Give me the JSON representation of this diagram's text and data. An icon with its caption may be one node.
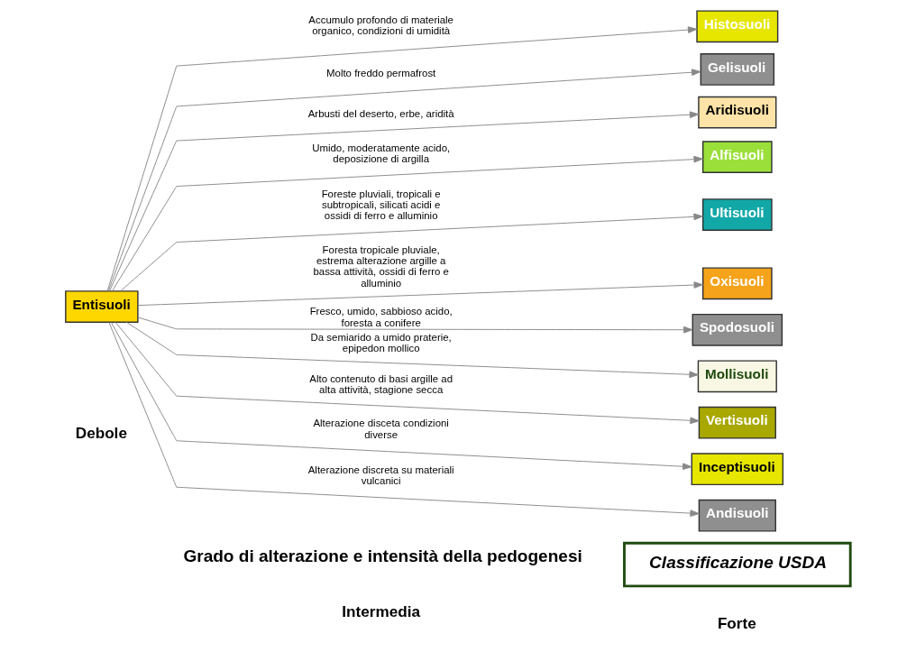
{
  "diagram": {
    "nodes": [
      {
        "text": [
          "Entisuoli"
        ]
      },
      {
        "text": [
          "Histosuoli"
        ]
      },
      {
        "text": [
          "Gelisuoli"
        ]
      },
      {
        "text": [
          "Aridisuoli"
        ]
      },
      {
        "text": [
          "Alfisuoli"
        ]
      },
      {
        "text": [
          "Ultisuoli"
        ]
      },
      {
        "text": [
          "Oxisuoli"
        ]
      },
      {
        "text": [
          "Spodosuoli"
        ]
      },
      {
        "text": [
          "Mollisuoli"
        ]
      },
      {
        "text": [
          "Vertisuoli"
        ]
      },
      {
        "text": [
          "Inceptisuoli"
        ]
      },
      {
        "text": [
          "Andisuoli"
        ]
      },
      {
        "text": [
          "Classificazione USDA"
        ]
      }
    ],
    "edges": [
      {
        "from": 0,
        "to": 1,
        "arrow": "to",
        "label": "Accumulo profondo di materiale organico, condizioni di umidità"
      },
      {
        "from": 0,
        "to": 2,
        "arrow": "to",
        "label": "Molto freddo permafrost"
      },
      {
        "from": 0,
        "to": 3,
        "arrow": "to",
        "label": "Arbusti del deserto, erbe, aridità"
      },
      {
        "from": 0,
        "to": 4,
        "arrow": "to",
        "label": "Umido, moderatamente acido, deposizione di argilla"
      },
      {
        "from": 0,
        "to": 5,
        "arrow": "to",
        "label": "Foreste pluviali, tropicali e subtropicali, silicati acidi e ossidi di ferro e alluminio"
      },
      {
        "from": 0,
        "to": 6,
        "arrow": "to",
        "label": "Foresta tropicale pluviale, estrema alterazione argille a bassa attività, ossidi di ferro e alluminio"
      },
      {
        "from": 0,
        "to": 7,
        "arrow": "to",
        "label": "Fresco, umido, sabbioso acido, foresta a conifere"
      },
      {
        "from": 0,
        "to": 8,
        "arrow": "to",
        "label": "Da semiarido a umido praterie, epipedon mollico"
      },
      {
        "from": 0,
        "to": 9,
        "arrow": "to",
        "label": "Alto contenuto di basi argille ad alta attività, stagione secca"
      },
      {
        "from": 0,
        "to": 10,
        "arrow": "to",
        "label": "Alterazione disceta condizioni diverse"
      },
      {
        "from": 0,
        "to": 11,
        "arrow": "to",
        "label": "Alterazione discreta su materiali vulcanici"
      }
    ],
    "labels": [
      "Grado di alterazione e intensità della pedogenesi",
      "Debole",
      "Intermedia",
      "Forte"
    ]
  }
}
